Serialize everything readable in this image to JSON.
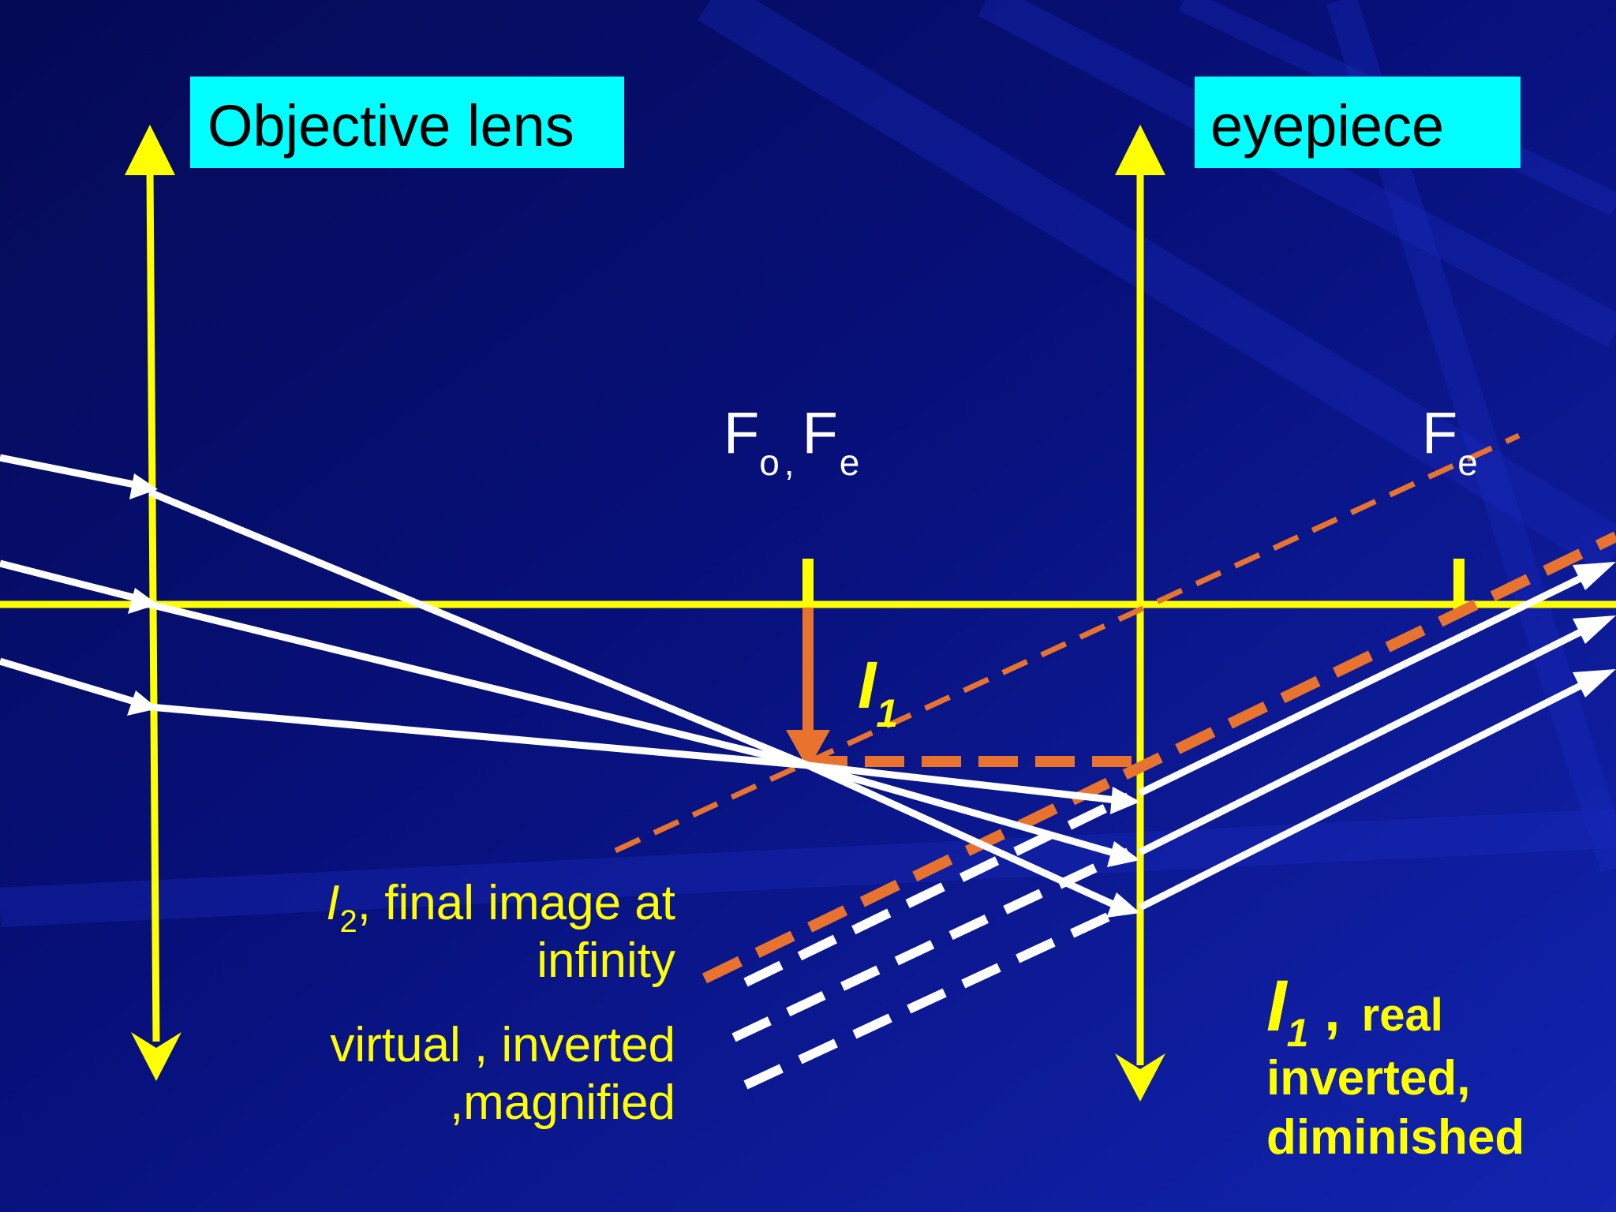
{
  "labels": {
    "objective": "Objective lens",
    "eyepiece": "eyepiece",
    "focus_F1": "F",
    "focus_o": "o",
    "focus_comma": ",",
    "focus_F2": "F",
    "focus_e": "e",
    "fe_F": "F",
    "fe_e": "e",
    "i1_I": "I",
    "i1_sub": "1"
  },
  "final_image": {
    "I": "I",
    "sub": "2",
    "line1_rest": ", final image at",
    "line2": "infinity",
    "line3": "virtual , inverted",
    "line4": ",magnified"
  },
  "intermediate_image": {
    "I": "I",
    "sub": "1",
    "line1_rest": " ,",
    "line1_word": "real",
    "line2": "inverted,",
    "line3": "diminished"
  },
  "colors": {
    "background": "#0A1291",
    "lens": "#FFFF00",
    "ray": "#FFFFFF",
    "image": "#E8732E",
    "label_box": "#00FFFF"
  }
}
